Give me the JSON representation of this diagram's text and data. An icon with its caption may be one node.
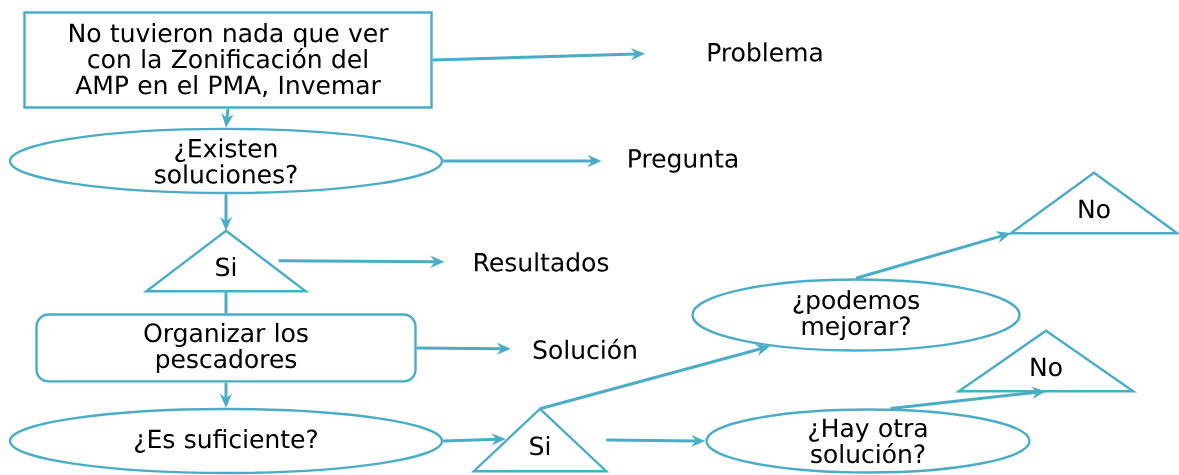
{
  "diagram": {
    "nodes": [
      {
        "text": [
          "No tuvieron nada que ver con la Zonificación del AMP en el PMA, Invemar"
        ]
      },
      {
        "text": [
          "Problema"
        ]
      },
      {
        "text": [
          "¿Existen soluciones?"
        ]
      },
      {
        "text": [
          "Pregunta"
        ]
      },
      {
        "text": [
          "Si"
        ]
      },
      {
        "text": [
          "Resultados"
        ]
      },
      {
        "text": [
          "Organizar los pescadores"
        ]
      },
      {
        "text": [
          "Solución"
        ]
      },
      {
        "text": [
          "¿Es suficiente?"
        ]
      },
      {
        "text": [
          "Si"
        ]
      },
      {
        "text": [
          "¿podemos mejorar?"
        ]
      },
      {
        "text": [
          "No"
        ]
      },
      {
        "text": [
          "¿Hay otra solución?"
        ]
      },
      {
        "text": [
          "No"
        ]
      }
    ],
    "edges": [
      {
        "from": 0,
        "to": 1,
        "arrow": "to"
      },
      {
        "from": 0,
        "to": 2,
        "arrow": "to"
      },
      {
        "from": 2,
        "to": 3,
        "arrow": "to"
      },
      {
        "from": 2,
        "to": 4,
        "arrow": "to"
      },
      {
        "from": 4,
        "to": 5,
        "arrow": "to"
      },
      {
        "from": 4,
        "to": 6,
        "arrow": "none"
      },
      {
        "from": 6,
        "to": 7,
        "arrow": "to"
      },
      {
        "from": 6,
        "to": 8,
        "arrow": "to"
      },
      {
        "from": 8,
        "to": 9,
        "arrow": "to"
      },
      {
        "from": 9,
        "to": 10,
        "arrow": "to"
      },
      {
        "from": 9,
        "to": 12,
        "arrow": "to"
      },
      {
        "from": 10,
        "to": 11,
        "arrow": "to"
      },
      {
        "from": 12,
        "to": 13,
        "arrow": "to"
      }
    ]
  }
}
